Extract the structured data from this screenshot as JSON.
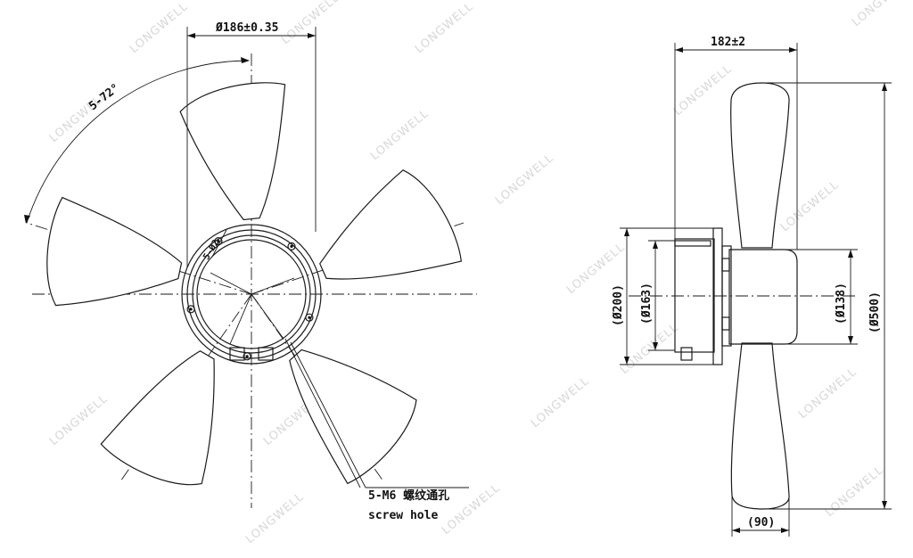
{
  "watermark": "LONGWELL",
  "front_view": {
    "dim_bolt_circle": "Ø186±0.35",
    "dim_angle": "5-72°",
    "dim_hub_small": "5-Ø2",
    "note_cn": "5-M6 螺纹通孔",
    "note_en": "screw hole"
  },
  "side_view": {
    "dim_depth": "182±2",
    "dim_outer": "(Ø500)",
    "dim_flange": "(Ø200)",
    "dim_bore": "(Ø163)",
    "dim_hub": "(Ø138)",
    "dim_hub_width": "(90)"
  },
  "colors": {
    "line": "#1a1a1a",
    "watermark": "#d8d8d8",
    "background": "#ffffff"
  }
}
